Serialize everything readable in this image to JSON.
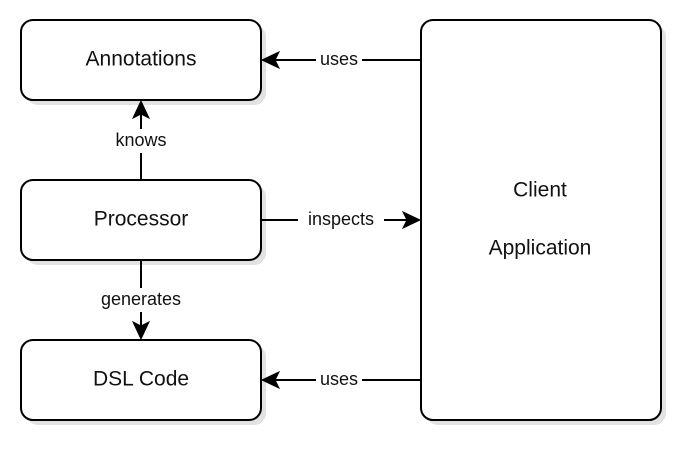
{
  "diagram": {
    "nodes": {
      "annotations": "Annotations",
      "processor": "Processor",
      "dsl_code": "DSL Code",
      "client_line1": "Client",
      "client_line2": "Application"
    },
    "edges": {
      "uses_annotations": "uses",
      "knows": "knows",
      "inspects": "inspects",
      "generates": "generates",
      "uses_dsl": "uses"
    }
  }
}
